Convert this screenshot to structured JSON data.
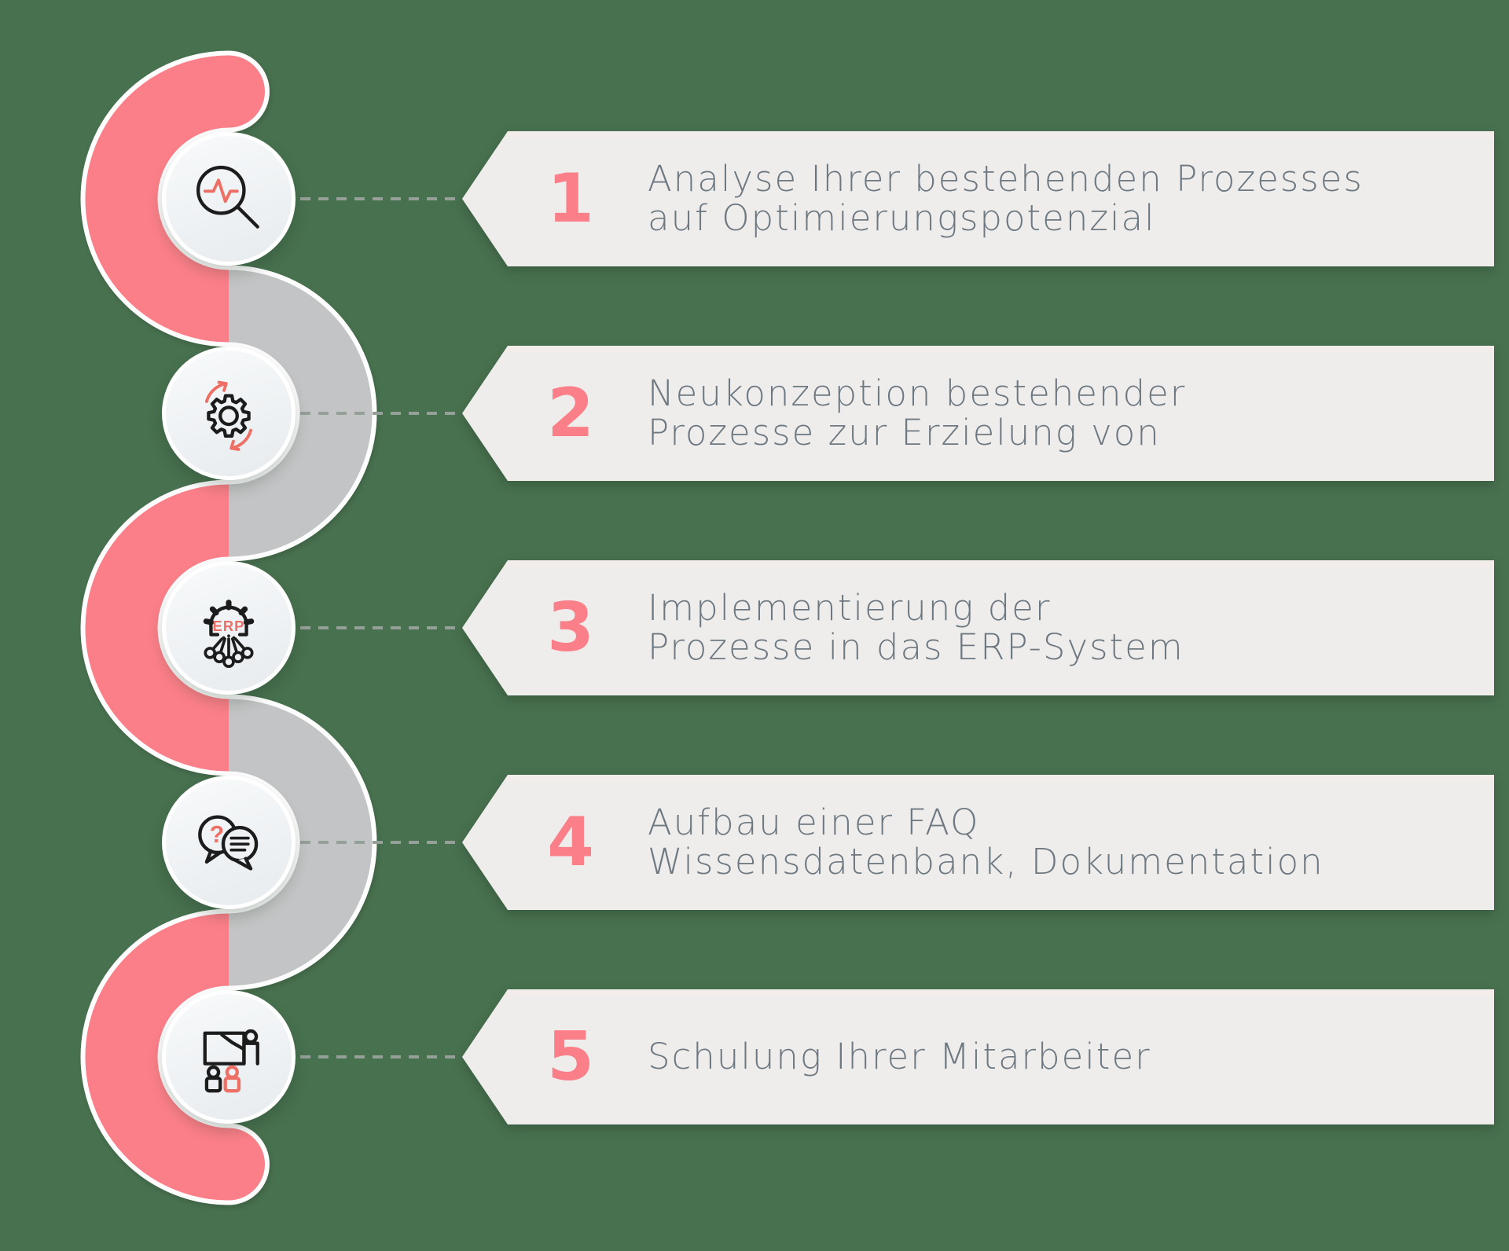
{
  "title": "ERP-Einfuehrung Prozess-Infografik",
  "colors": {
    "canvas": "#48714f",
    "accent": "#fb7f89",
    "icon_accent": "#ee6f66",
    "track": "#c3c4c5",
    "banner": "#eeedec",
    "banner_top": "#f2edea",
    "text": "#6d7880",
    "dash": "#95a098",
    "ink": "#1c1c1c",
    "circle_a": "#f8fafb",
    "circle_b": "#e7ebee"
  },
  "steps": [
    {
      "number": "1",
      "title": "Analyse Ihrer bestehenden Prozesses\nauf Optimierungspotenzial",
      "icon": "analysis-magnifier-icon"
    },
    {
      "number": "2",
      "title": "Neukonzeption bestehender\nProzesse zur Erzielung von",
      "icon": "process-gear-refresh-icon"
    },
    {
      "number": "3",
      "title": "Implementierung der\nProzesse in das ERP-System",
      "icon": "erp-system-icon",
      "icon_label": "ERP"
    },
    {
      "number": "4",
      "title": "Aufbau einer FAQ\nWissensdatenbank, Dokumentation",
      "icon": "faq-chat-icon",
      "icon_label": "?"
    },
    {
      "number": "5",
      "title": "Schulung Ihrer Mitarbeiter",
      "icon": "training-presentation-icon"
    }
  ]
}
